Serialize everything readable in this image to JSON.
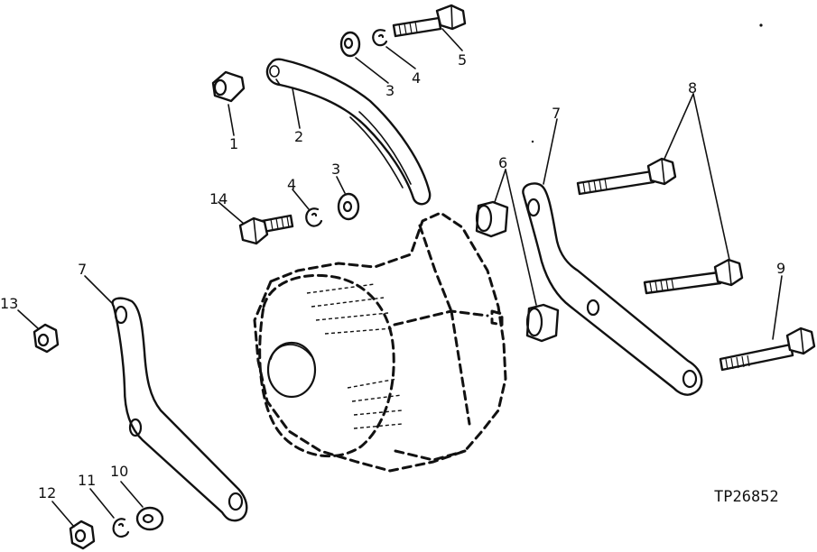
{
  "figure_id": "TP26852",
  "callouts": {
    "c1": "1",
    "c2": "2",
    "c3a": "3",
    "c3b": "3",
    "c4a": "4",
    "c4b": "4",
    "c5": "5",
    "c6": "6",
    "c7a": "7",
    "c7b": "7",
    "c8": "8",
    "c9": "9",
    "c10": "10",
    "c11": "11",
    "c12": "12",
    "c13": "13",
    "c14": "14"
  }
}
